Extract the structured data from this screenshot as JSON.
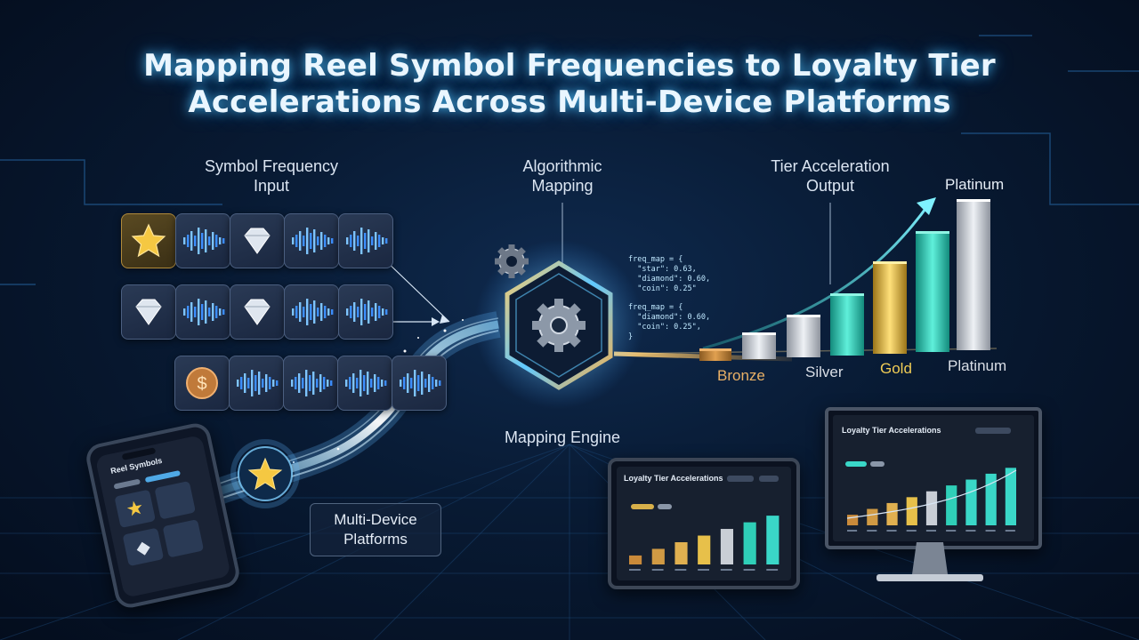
{
  "title": {
    "line1": "Mapping Reel Symbol Frequencies to Loyalty Tier",
    "line2": "Accelerations Across Multi-Device Platforms"
  },
  "sections": {
    "input_line1": "Symbol Frequency",
    "input_line2": "Input",
    "mapping_line1": "Algorithmic",
    "mapping_line2": "Mapping",
    "output_line1": "Tier Acceleration",
    "output_line2": "Output",
    "engine": "Mapping Engine",
    "platforms_line1": "Multi-Device",
    "platforms_line2": "Platforms"
  },
  "symbol_grid": [
    [
      "star-icon",
      "waveform-icon",
      "diamond-icon",
      "waveform-icon",
      "waveform-icon"
    ],
    [
      "diamond-icon",
      "waveform-icon",
      "diamond-icon",
      "waveform-icon",
      "waveform-icon"
    ],
    [
      "coin-icon",
      "waveform-icon",
      "waveform-icon",
      "waveform-icon",
      "waveform-icon"
    ]
  ],
  "code_snippet": {
    "block1": "freq_map = {\n  \"star\": 0.63,\n  \"diamond\": 0.60,\n  \"coin\": 0.25\"",
    "block2": "freq_map = {\n  \"diamond\": 0.60,\n  \"coin\": 0.25\",\n}"
  },
  "tiers": {
    "bronze": "Bronze",
    "silver": "Silver",
    "gold": "Gold",
    "platinum": "Platinum",
    "platinum_top": "Platinum"
  },
  "devices": {
    "phone_title": "Reel Symbols",
    "tablet_title": "Loyalty Tier Accelerations",
    "monitor_title": "Loyalty Tier Accelerations"
  },
  "colors": {
    "bronze": "#c98a3a",
    "silver": "#c9ced6",
    "teal": "#2fcfb8",
    "gold": "#e7c04a",
    "glow": "#5fd0ff"
  }
}
